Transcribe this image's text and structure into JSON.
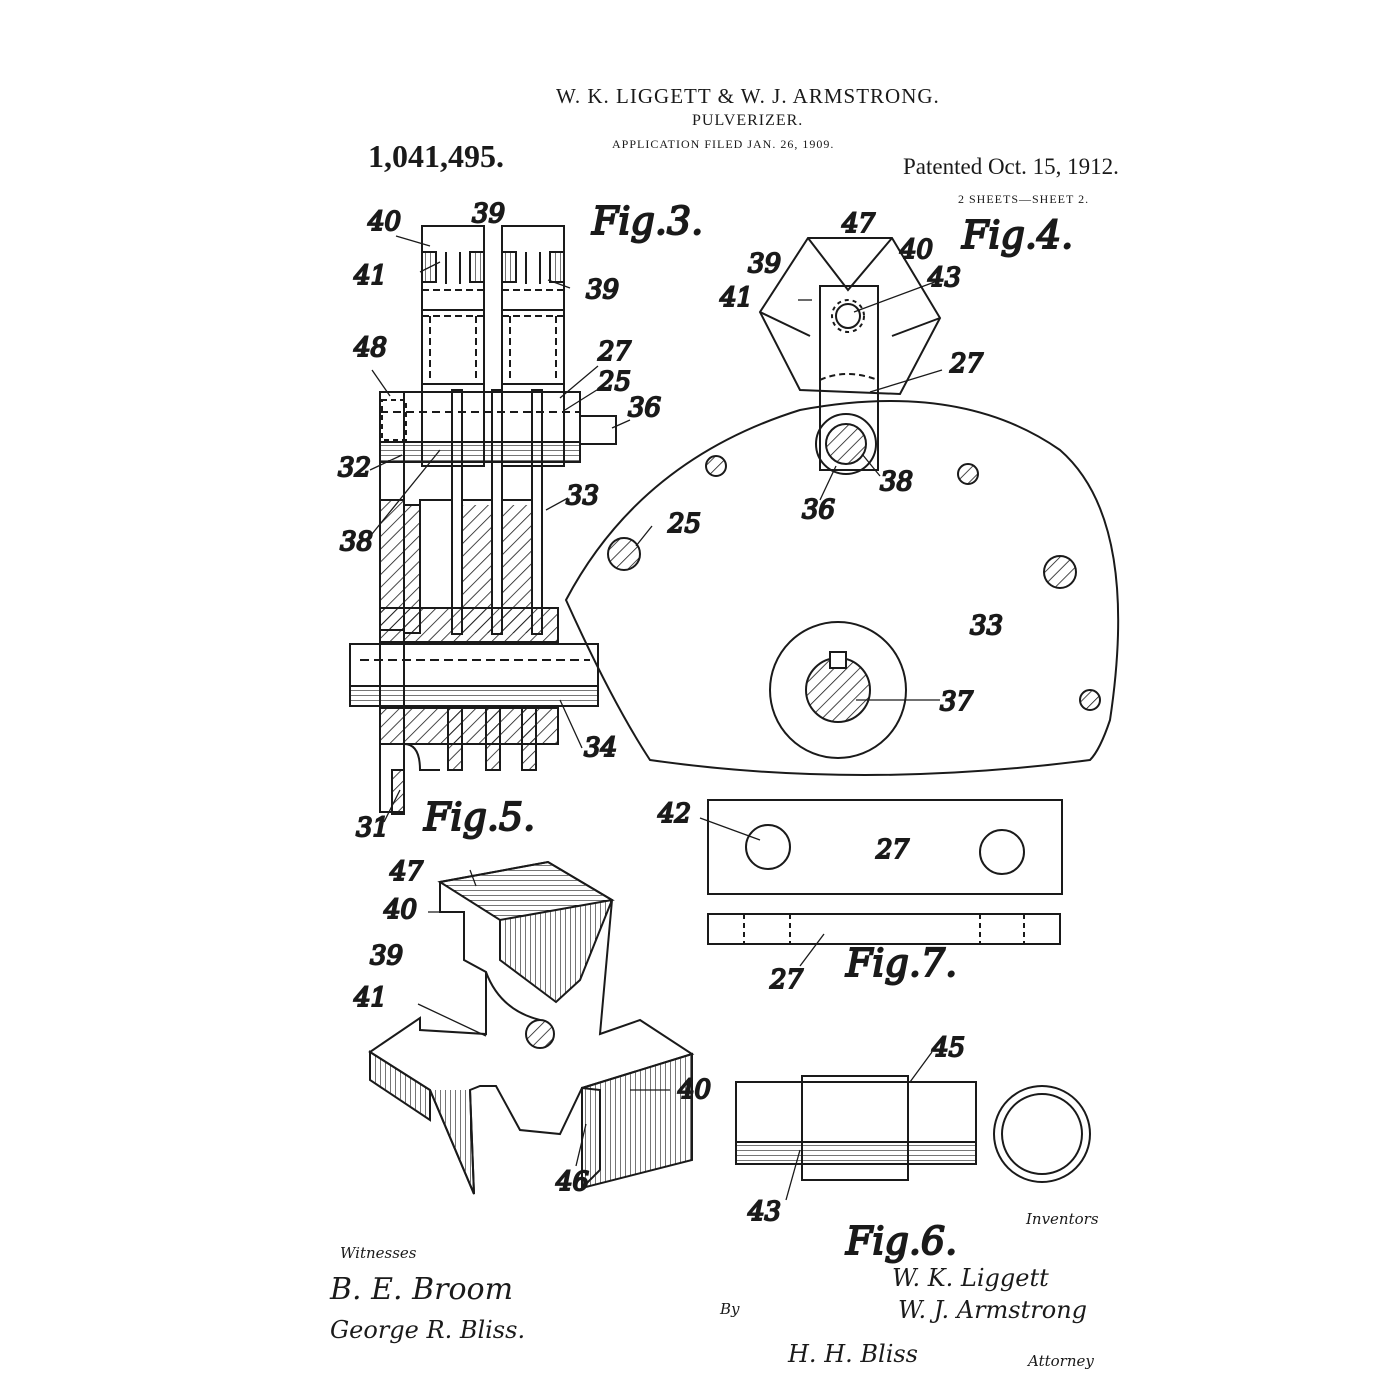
{
  "header": {
    "inventors_title": "W. K. LIGGETT & W. J. ARMSTRONG.",
    "invention": "PULVERIZER.",
    "application_filed": "APPLICATION FILED JAN. 26, 1909.",
    "patent_number": "1,041,495.",
    "patented": "Patented Oct. 15, 1912.",
    "sheets": "2 SHEETS—SHEET 2."
  },
  "figures": {
    "fig3": "Fig.3.",
    "fig4": "Fig.4.",
    "fig5": "Fig.5.",
    "fig6": "Fig.6.",
    "fig7": "Fig.7."
  },
  "references": {
    "fig3": [
      "40",
      "39",
      "41",
      "39",
      "48",
      "27",
      "25",
      "36",
      "32",
      "33",
      "38",
      "34",
      "31"
    ],
    "fig4": [
      "47",
      "40",
      "39",
      "41",
      "43",
      "27",
      "38",
      "36",
      "25",
      "33",
      "37"
    ],
    "fig5": [
      "47",
      "40",
      "39",
      "41",
      "40",
      "46"
    ],
    "fig7": [
      "42",
      "27",
      "27"
    ],
    "fig6": [
      "45",
      "43"
    ]
  },
  "footer": {
    "witnesses_label": "Witnesses",
    "witness_1": "B. E. Broom",
    "witness_2": "George R. Bliss.",
    "inventors_label": "Inventors",
    "inventor_1": "W. K. Liggett",
    "inventor_2": "W. J. Armstrong",
    "by_label": "By",
    "attorney_signature": "H. H. Bliss",
    "attorney_label": "Attorney"
  }
}
